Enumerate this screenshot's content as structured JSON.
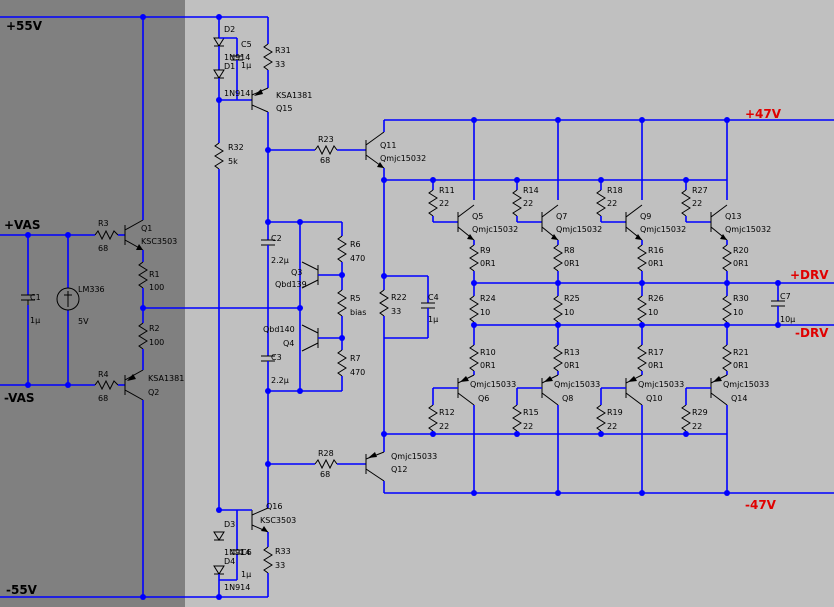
{
  "colors": {
    "background": "#c0c0c0",
    "shaded_region": "#808080",
    "wire": "#0000ff",
    "component": "#000000",
    "net_label_red": "#e00000"
  },
  "net_labels": {
    "p55": "+55V",
    "m55": "-55V",
    "pvas": "+VAS",
    "mvas": "-VAS",
    "p47": "+47V",
    "m47": "-47V",
    "pdrv": "+DRV",
    "mdrv": "-DRV"
  },
  "left": {
    "C1": "C1",
    "C1v": "1µ",
    "V1": "LM336",
    "V1v": "5V",
    "R3": "R3",
    "R3v": "68",
    "R4": "R4",
    "R4v": "68",
    "Q1": "Q1",
    "Q1m": "KSC3503",
    "Q2": "Q2",
    "Q2m": "KSA1381",
    "R1": "R1",
    "R1v": "100",
    "R2": "R2",
    "R2v": "100"
  },
  "mid": {
    "D2": "D2",
    "D1": "D1",
    "D3": "D3",
    "D4": "D4",
    "d_model": "1N914",
    "d_model2": "1N914",
    "d_model_b": "1N914",
    "d_model_c": "1N914",
    "C5": "C5",
    "C5v": "1µ",
    "C6": "C6",
    "C6v": "1µ",
    "R31": "R31",
    "R31v": "33",
    "R33": "R33",
    "R33v": "33",
    "Q15": "Q15",
    "Q15m": "KSA1381",
    "Q16": "Q16",
    "Q16m": "KSC3503",
    "R32": "R32",
    "R32v": "5k",
    "C2": "C2",
    "C2v": "2.2µ",
    "C3": "C3",
    "C3v": "2.2µ",
    "Q3": "Q3",
    "Q3m": "Qbd139",
    "Q4": "Q4",
    "Q4m": "Qbd140",
    "R6": "R6",
    "R6v": "470",
    "R5": "R5",
    "R5v": "bias",
    "R7": "R7",
    "R7v": "470"
  },
  "driver": {
    "R23": "R23",
    "R23v": "68",
    "R28": "R28",
    "R28v": "68",
    "Q11": "Q11",
    "Q11m": "Qmjc15032",
    "Q12": "Q12",
    "Q12m": "Qmjc15033",
    "R22": "R22",
    "R22v": "33",
    "C4": "C4",
    "C4v": "1µ",
    "C7": "C7",
    "C7v": "10µ"
  },
  "outputs": [
    {
      "rt": "R11",
      "qn": "Q5",
      "rm": "R9",
      "rmid": "R24",
      "rb": "R10",
      "qp": "Q6",
      "rbb": "R12"
    },
    {
      "rt": "R14",
      "qn": "Q7",
      "rm": "R8",
      "rmid": "R25",
      "rb": "R13",
      "qp": "Q8",
      "rbb": "R15"
    },
    {
      "rt": "R18",
      "qn": "Q9",
      "rm": "R16",
      "rmid": "R26",
      "rb": "R17",
      "qp": "Q10",
      "rbb": "R19"
    },
    {
      "rt": "R27",
      "qn": "Q13",
      "rm": "R20",
      "rmid": "R30",
      "rb": "R21",
      "qp": "Q14",
      "rbb": "R29"
    }
  ],
  "output_values": {
    "r22": "22",
    "r01": "0R1",
    "r10": "10",
    "npn": "Qmjc15032",
    "pnp": "Qmjc15033"
  }
}
